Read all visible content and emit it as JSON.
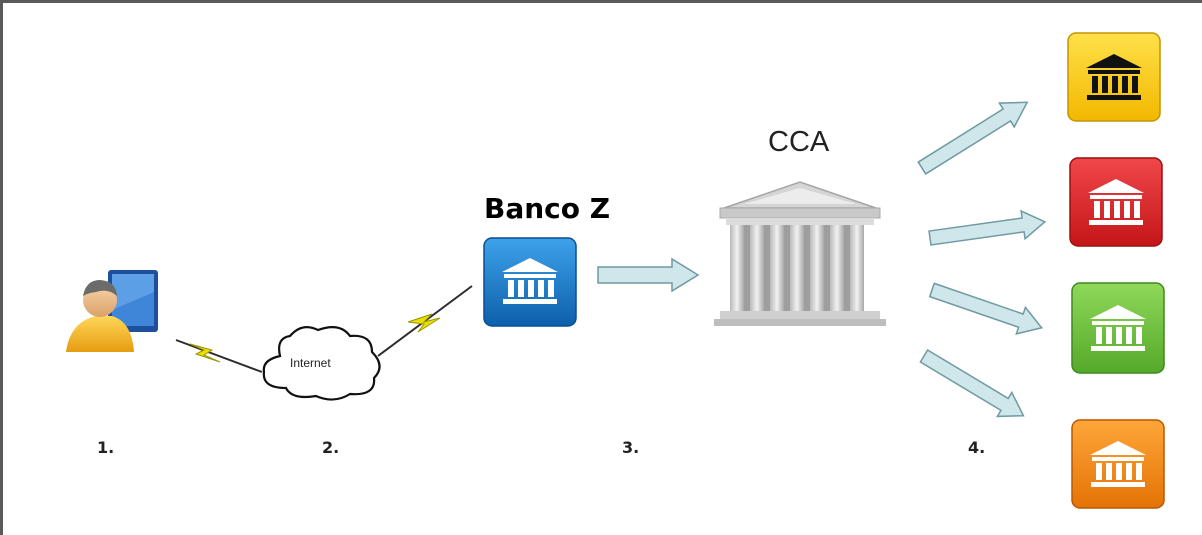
{
  "labels": {
    "internet": "Internet",
    "banco": "Banco Z",
    "cca": "CCA"
  },
  "steps": [
    "1.",
    "2.",
    "3.",
    "4."
  ],
  "colors": {
    "frame": "#5a5a5a",
    "arrow_fill": "#cfe6ea",
    "arrow_stroke": "#6f9aa2",
    "banco_blue": "#1c7fcc",
    "bank_yellow": "#f5c400",
    "bank_red": "#d9262a",
    "bank_green": "#6fbf3f",
    "bank_orange": "#f08a1c",
    "lightning": "#e8e000"
  },
  "icons": [
    "user-computer-icon",
    "lightning-icon",
    "cloud-icon",
    "bank-icon",
    "building-icon"
  ]
}
